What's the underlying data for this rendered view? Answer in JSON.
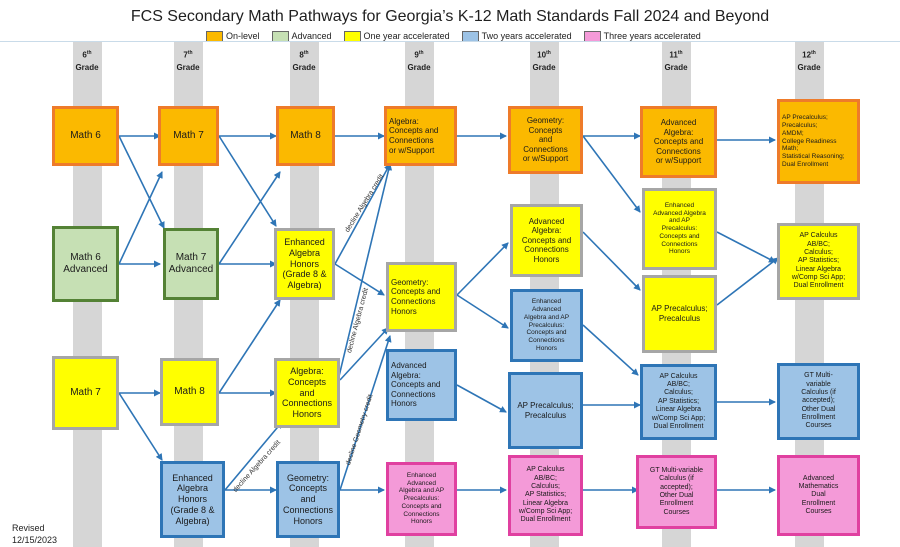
{
  "title": "FCS Secondary Math Pathways for Georgia’s K-12 Math Standards Fall 2024 and Beyond",
  "legend": [
    {
      "label": "On-level",
      "color": "#fbb900"
    },
    {
      "label": "Advanced",
      "color": "#c6e0b4"
    },
    {
      "label": "One year accelerated",
      "color": "#ffff00"
    },
    {
      "label": "Two years accelerated",
      "color": "#9dc3e6"
    },
    {
      "label": "Three years accelerated",
      "color": "#f49ad8"
    }
  ],
  "grades": [
    {
      "num": "6",
      "sup": "th",
      "word": "Grade"
    },
    {
      "num": "7",
      "sup": "th",
      "word": "Grade"
    },
    {
      "num": "8",
      "sup": "th",
      "word": "Grade"
    },
    {
      "num": "9",
      "sup": "th",
      "word": "Grade"
    },
    {
      "num": "10",
      "sup": "th",
      "word": "Grade"
    },
    {
      "num": "11",
      "sup": "th",
      "word": "Grade"
    },
    {
      "num": "12",
      "sup": "th",
      "word": "Grade"
    }
  ],
  "courses": {
    "g6_math6": "Math 6",
    "g6_math6_adv": "Math 6\nAdvanced",
    "g6_math7": "Math 7",
    "g7_math7": "Math 7",
    "g7_math7_adv": "Math 7\nAdvanced",
    "g7_math8": "Math 8",
    "g7_enh_alg": "Enhanced\nAlgebra\nHonors\n(Grade 8 &\nAlgebra)",
    "g8_math8": "Math 8",
    "g8_enh_alg": "Enhanced\nAlgebra\nHonors\n(Grade 8 &\nAlgebra)",
    "g8_alg_hon": "Algebra:\nConcepts\nand\nConnections\nHonors",
    "g8_geo_hon": "Geometry:\nConcepts\nand\nConnections\nHonors",
    "g9_alg": "Algebra:\nConcepts and\nConnections\nor w/Support",
    "g9_geo_hon": "Geometry:\nConcepts and\nConnections\nHonors",
    "g9_adv_alg_hon": "Advanced\nAlgebra:\nConcepts and\nConnections\nHonors",
    "g9_enh_adv_alg": "Enhanced\nAdvanced\nAlgebra and AP\nPrecalculus:\nConcepts and\nConnections\nHonors",
    "g10_geo": "Geometry:\nConcepts\nand\nConnections\nor w/Support",
    "g10_adv_alg_hon": "Advanced\nAlgebra:\nConcepts and\nConnections\nHonors",
    "g10_enh_adv_alg": "Enhanced\nAdvanced\nAlgebra and AP\nPrecalculus:\nConcepts and\nConnections\nHonors",
    "g10_ap_precalc": "AP Precalculus;\nPrecalculus",
    "g10_ap_calc": "AP Calculus\nAB/BC;\nCalculus;\nAP Statistics;\nLinear Algebra\nw/Comp Sci App;\nDual Enrollment",
    "g11_adv_alg": "Advanced\nAlgebra:\nConcepts and\nConnections\nor w/Support",
    "g11_enh_adv_alg": "Enhanced\nAdvanced Algebra\nand AP\nPrecalculus:\nConcepts and\nConnections\nHonors",
    "g11_ap_precalc": "AP Precalculus;\nPrecalculus",
    "g11_ap_calc": "AP Calculus\nAB/BC;\nCalculus;\nAP Statistics;\nLinear Algebra\nw/Comp Sci App;\nDual Enrollment",
    "g11_gt_multi": "GT Multi-variable\nCalculus (if\naccepted);\nOther Dual\nEnrollment\nCourses",
    "g12_ap_precalc": "AP Precalculus;\nPrecalculus;\nAMDM;\nCollege Readiness\nMath;\nStatistical Reasoning;\nDual Enrollment",
    "g12_ap_calc": "AP Calculus\nAB/BC;\nCalculus;\nAP Statistics;\nLinear Algebra\nw/Comp Sci App;\nDual Enrollment",
    "g12_gt_multi": "GT Multi-\nvariable\nCalculus (if\naccepted);\nOther Dual\nEnrollment\nCourses",
    "g12_adv_math_de": "Advanced\nMathematics\nDual\nEnrollment\nCourses"
  },
  "decline_labels": {
    "decline_alg_1": "decline Algebra credit",
    "decline_alg_2": "decline Algebra credit",
    "decline_geo": "decline Geometry credit",
    "decline_alg_3": "decline Algebra credit"
  },
  "revised": {
    "line1": "Revised",
    "line2": "12/15/2023"
  }
}
